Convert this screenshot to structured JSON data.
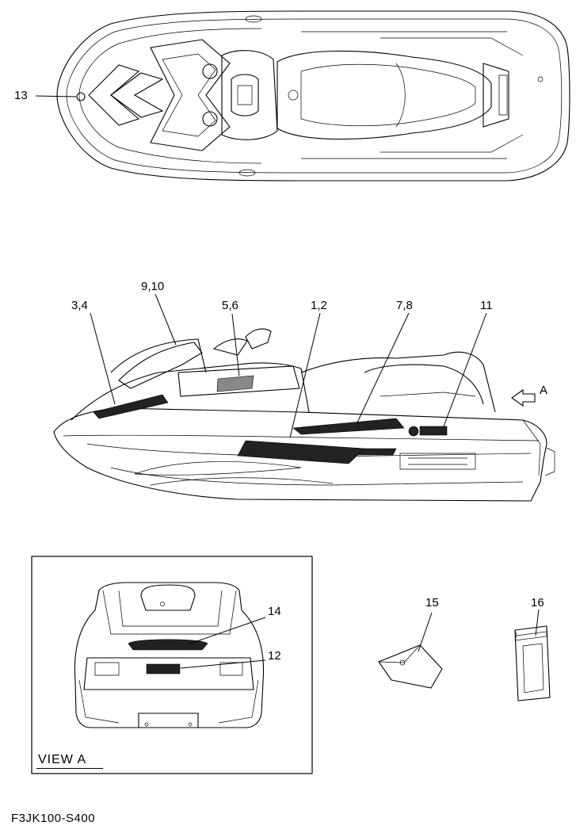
{
  "callouts": {
    "c13": "13",
    "c9_10": "9,10",
    "c3_4": "3,4",
    "c5_6": "5,6",
    "c1_2": "1,2",
    "c7_8": "7,8",
    "c11": "11",
    "cA": "A",
    "c14": "14",
    "c12": "12",
    "c15": "15",
    "c16": "16"
  },
  "view_label": "VIEW A",
  "part_code": "F3JK100-S400"
}
